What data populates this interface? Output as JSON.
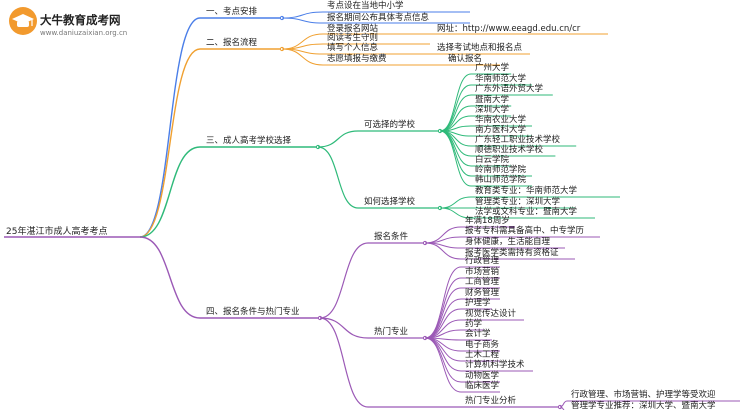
{
  "brand": {
    "name": "大牛教育成考网",
    "url": "www.daniuzaixian.org.cn"
  },
  "colors": {
    "blue": "#4a7ee8",
    "orange": "#f0a030",
    "green": "#2fba7a",
    "purple": "#9b59b6",
    "logo_orange": "#f29a2e"
  },
  "root": "25年湛江市成人高考考点",
  "branches": [
    {
      "label": "一、考点安排",
      "items": [
        "考点设在当地中小学",
        "报名期间公布具体考点信息"
      ]
    },
    {
      "label": "二、报名流程",
      "items": [
        {
          "text": "登录报名网站",
          "detail": "网址：http://www.eeagd.edu.cn/cr"
        },
        {
          "text": "阅读考生守则",
          "detail": ""
        },
        {
          "text": "填写个人信息",
          "detail": "选择考试地点和报名点"
        },
        {
          "text": "志愿填报与缴费",
          "detail": "确认报名"
        }
      ]
    },
    {
      "label": "三、成人高考学校选择",
      "sub": [
        {
          "label": "可选择的学校",
          "items": [
            "广州大学",
            "华南师范大学",
            "广东外语外贸大学",
            "暨南大学",
            "深圳大学",
            "华南农业大学",
            "南方医科大学",
            "广东轻工职业技术学校",
            "顺德职业技术学校",
            "白云学院",
            "岭南师范学院",
            "韩山师范学院"
          ]
        },
        {
          "label": "如何选择学校",
          "items": [
            "教育类专业：华南师范大学",
            "管理类专业：深圳大学",
            "法学或文科专业：暨南大学"
          ]
        }
      ]
    },
    {
      "label": "四、报名条件与热门专业",
      "sub": [
        {
          "label": "报名条件",
          "items": [
            "年满18周岁",
            "报考专科需具备高中、中专学历",
            "身体健康，生活能自理",
            "报考医学类需持有资格证"
          ]
        },
        {
          "label": "热门专业",
          "items": [
            "行政管理",
            "市场营销",
            "工商管理",
            "财务管理",
            "护理学",
            "视觉传达设计",
            "药学",
            "会计学",
            "电子商务",
            "土木工程",
            "计算机科学技术",
            "动物医学",
            "临床医学"
          ]
        },
        {
          "label": "热门专业分析",
          "items": [
            "行政管理、市场营销、护理学等受欢迎",
            "管理学专业推荐：深圳大学、暨南大学"
          ]
        }
      ]
    }
  ]
}
